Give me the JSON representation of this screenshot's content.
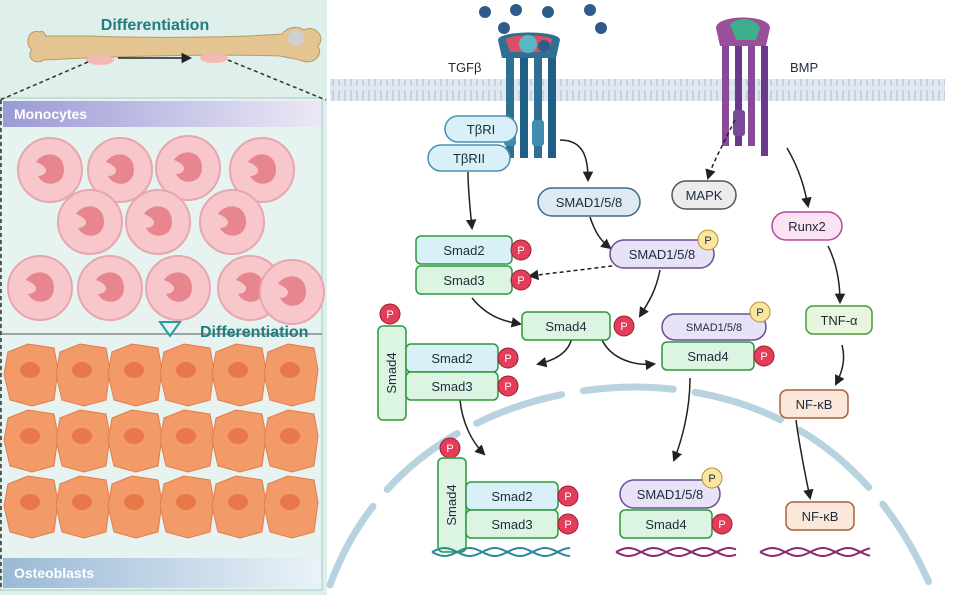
{
  "left_panel": {
    "title_top": "Differentiation",
    "monocytes_label": "Monocytes",
    "differentiation_mid": "Differentiation",
    "osteoblasts_label": "Osteoblasts"
  },
  "membrane": {
    "tgfb_label": "TGFβ",
    "bmp_label": "BMP",
    "receptor_1": "TβRI",
    "receptor_2": "TβRII"
  },
  "nodes": {
    "smad158_a": "SMAD1/5/8",
    "mapk": "MAPK",
    "runx2": "Runx2",
    "smad2_a": "Smad2",
    "smad3_a": "Smad3",
    "smad158_b": "SMAD1/5/8",
    "smad4_center": "Smad4",
    "tnfa": "TNF-α",
    "smad158_c": "SMAD1/5/8",
    "smad4_c": "Smad4",
    "smad4_vert_a": "Smad4",
    "smad2_b": "Smad2",
    "smad3_b": "Smad3",
    "nfkb_a": "NF-κB",
    "smad4_vert_b": "Smad4",
    "smad2_c": "Smad2",
    "smad3_c": "Smad3",
    "smad158_d": "SMAD1/5/8",
    "smad4_d": "Smad4",
    "nfkb_b": "NF-κB"
  },
  "phospho": "P",
  "colors": {
    "teal_text": "#1f7d7f",
    "smad_green_fill": "#dcf5e3",
    "smad_green_stroke": "#2a9a3a",
    "smad_blue_fill": "#d9f0f8",
    "smad_lilac_fill": "#e7e2f5",
    "phospho_fill": "#e33d5a",
    "phospho_yellow": "#fbe6a0",
    "cell_orange": "#f39a69",
    "cell_pink": "#f7c7cb"
  }
}
